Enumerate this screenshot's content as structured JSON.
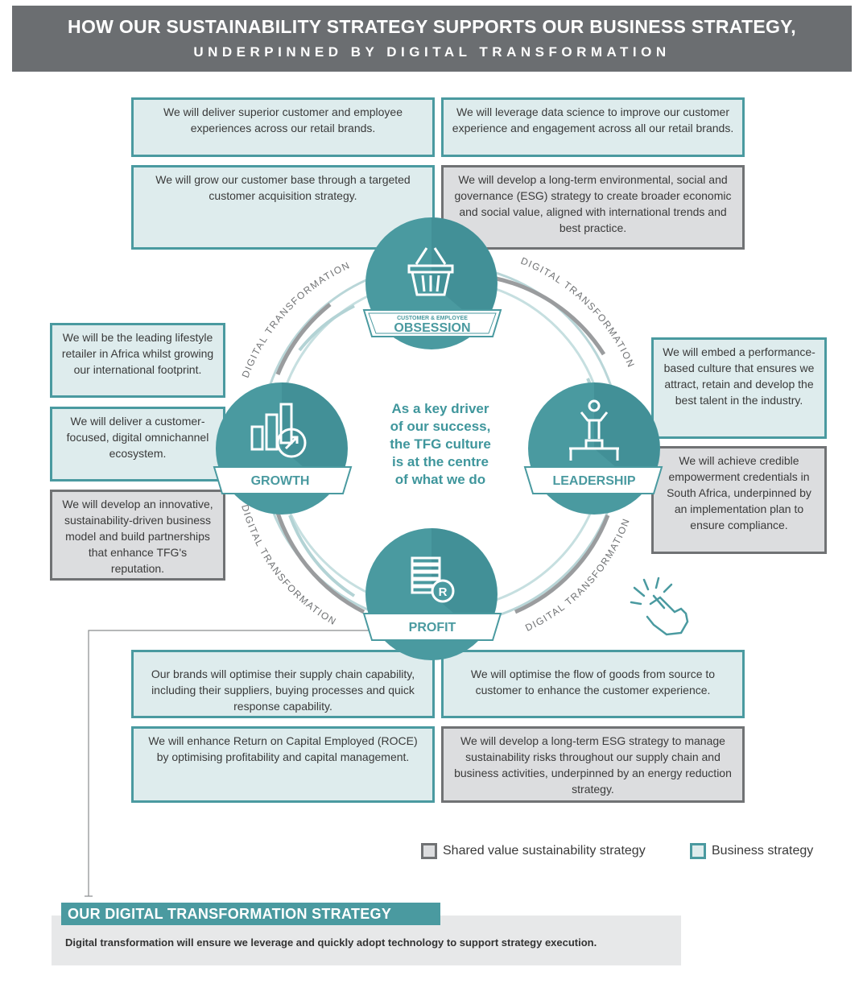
{
  "header": {
    "title": "HOW OUR SUSTAINABILITY STRATEGY SUPPORTS OUR BUSINESS STRATEGY,",
    "subtitle": "UNDERPINNED BY DIGITAL TRANSFORMATION"
  },
  "pillars": {
    "obsession": {
      "small": "CUSTOMER & EMPLOYEE",
      "label": "OBSESSION",
      "icon": "basket-icon"
    },
    "growth": {
      "label": "GROWTH",
      "icon": "growth-chart-icon"
    },
    "leadership": {
      "label": "LEADERSHIP",
      "icon": "podium-person-icon"
    },
    "profit": {
      "label": "PROFIT",
      "icon": "money-stack-icon"
    }
  },
  "ring_label": "DIGITAL TRANSFORMATION",
  "center_text": [
    "As a key driver",
    "of our success,",
    "the TFG culture",
    "is at the centre",
    "of what we do"
  ],
  "boxes": {
    "obs_1": "We will deliver superior customer and employee experiences across our retail brands.",
    "obs_2": "We will leverage data science to improve our customer experience and engagement across all our retail brands.",
    "obs_3": "We will grow our customer base through a targeted customer acquisition strategy.",
    "obs_4": "We will develop a long-term environmental, social and governance (ESG) strategy to create broader economic and social value, aligned with international trends and best practice.",
    "growth_1": "We will be the leading lifestyle retailer in Africa whilst growing our international footprint.",
    "growth_2": "We will deliver a customer-focused, digital omnichannel ecosystem.",
    "growth_3": "We will develop an innovative, sustainability-driven business model and build partnerships that enhance TFG's reputation.",
    "lead_1": "We will embed a performance-based culture that ensures we attract, retain and develop the best talent in the industry.",
    "lead_2": "We will achieve credible empowerment credentials in South Africa, underpinned by an implementation plan to ensure compliance.",
    "profit_1": "Our brands will optimise their supply chain capability, including their suppliers, buying processes and quick response capability.",
    "profit_2": "We will optimise the flow of goods from source to customer to enhance the customer experience.",
    "profit_3": "We will enhance Return on Capital Employed (ROCE) by optimising profitability and capital management.",
    "profit_4": "We will develop a long-term ESG strategy to manage sustainability risks throughout our supply chain and business activities, underpinned by an energy reduction strategy."
  },
  "legend": {
    "shared": "Shared value sustainability strategy",
    "business": "Business strategy"
  },
  "digital": {
    "title": "OUR DIGITAL TRANSFORMATION STRATEGY",
    "body": "Digital transformation will ensure we leverage and quickly adopt technology to support strategy execution."
  },
  "colors": {
    "teal": "#4a9aa0",
    "teal_dark": "#3d8b91",
    "light_teal_fill": "#deeced",
    "grey_fill": "#dcdddf",
    "grey_border": "#707274",
    "header_bg": "#6b6e71"
  }
}
